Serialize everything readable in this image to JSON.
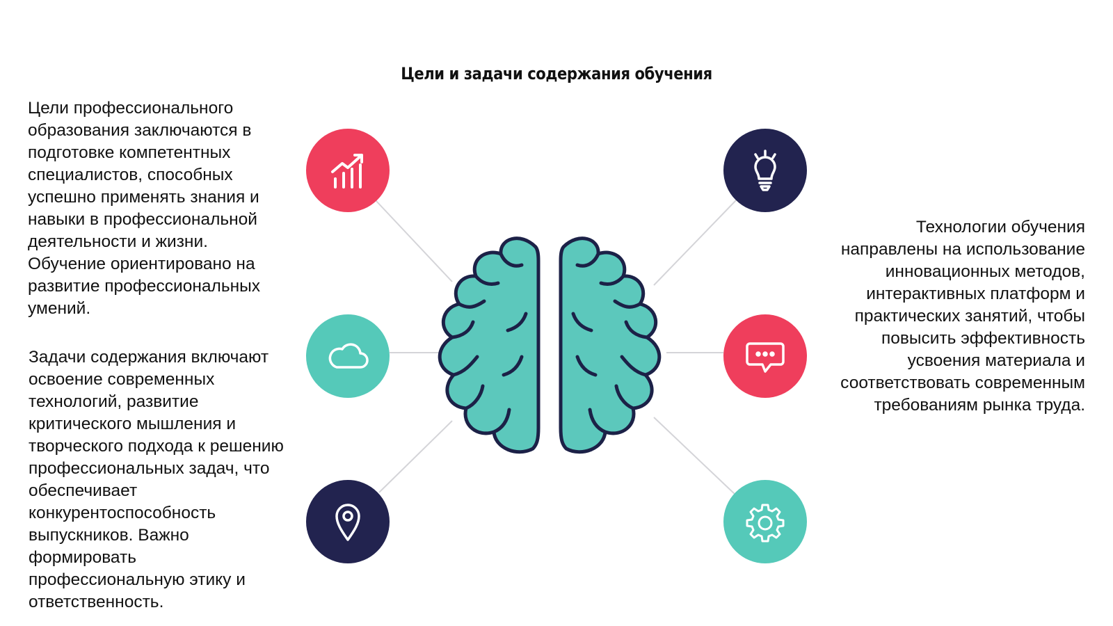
{
  "slide": {
    "title": "Цели и задачи содержания обучения"
  },
  "left": {
    "goals_text": "Цели профессионального образования заключаются в подготовке компетентных специалистов, способных успешно применять знания и навыки в профессиональной деятельности и жизни. Обучение ориентировано на развитие профессиональных умений.",
    "tasks_text": "Задачи содержания включают освоение современных технологий, развитие критического мышления и творческого подхода к решению профессиональных задач, что обеспечивает конкурентоспособность выпускников. Важно формировать профессиональную этику и ответственность."
  },
  "right": {
    "technology_text": "Технологии обучения направлены на использование инновационных методов, интерактивных платформ и практических занятий, чтобы повысить эффективность усвоения материала и соответствовать современным требованиям рынка труда."
  },
  "colors": {
    "coral": "#ef3e5c",
    "teal": "#55c9b9",
    "navy": "#22234f",
    "brain_fill": "#5cc8bc",
    "brain_outline": "#1c2147",
    "connector": "#d4d4d8"
  },
  "icons": {
    "top_left": "growth-chart-icon",
    "middle_left": "cloud-icon",
    "bottom_left": "location-pin-icon",
    "top_right": "lightbulb-icon",
    "middle_right": "chat-bubble-icon",
    "bottom_right": "gear-icon",
    "center": "brain-icon"
  }
}
